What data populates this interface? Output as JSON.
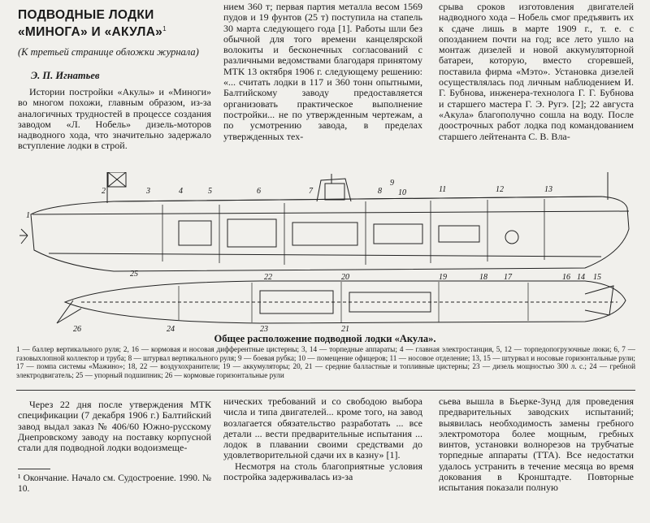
{
  "article": {
    "title_line1": "ПОДВОДНЫЕ ЛОДКИ",
    "title_line2": "«МИНОГА» И «АКУЛА»",
    "title_note": "1",
    "subtitle": "(К третьей странице обложки журнала)",
    "author": "Э. П. Игнатьев"
  },
  "text": {
    "col1_top": "Истории постройки «Акулы» и «Миноги» во многом похожи, главным образом, из-за аналогичных трудностей в процессе создания заводом «Л. Нобель» дизель-моторов надводного хода, что значительно задержало вступление лодки в строй.",
    "col2_top": "нием 360 т; первая партия металла весом 1569 пудов и 19 фунтов (25 т) поступила на стапель 30 марта следующего года [1]. Работы шли без обычной для того времени канцелярской волокиты и бесконечных согласований с различными ведомствами благодаря принятому МТК 13 октября 1906 г. следующему решению: «... считать лодки в 117 и 360 тонн опытными, Балтийскому заводу предоставляется организовать практическое выполнение постройки... не по утвержденным чертежам, а по усмотрению завода, в пределах утвержденных тех-",
    "col3_top": "срыва сроков изготовления двигателей надводного хода – Нобель смог предъявить их к сдаче лишь в марте 1909 г., т. е. с опозданием почти на год; все лето ушло на монтаж дизелей и новой аккумуляторной батареи, которую, вместо сгоревшей, поставила фирма «Мэто». Установка дизелей осуществлялась под личным наблюдением И. Г. Бубнова, инженера-технолога Г. Г. Бубнова и старшего мастера Г. Э. Ругэ. [2]; 22 августа «Акула» благополучно сошла на воду. После доострочных работ лодка под командованием старшего лейтенанта С. В. Вла-",
    "col1_bottom": "Через 22 дня после утверждения МТК спецификации (7 декабря 1906 г.) Балтийский завод выдал заказ № 406/60 Южно-русскому Днепровскому заводу на поставку корпусной стали для подводной лодки водоизмеще-",
    "col2_bottom_a": "нических требований и со свободою выбора числа и типа двигателей... кроме того, на завод возлагается обязательство разработать ... все детали ... вести предварительные испытания ... лодок в плавании своими средствами до удовлетворительной сдачи их в казну» [1].",
    "col2_bottom_b": "Несмотря на столь благоприятные условия постройка задерживалась из-за",
    "col3_bottom": "сьева вышла в Бьерке-Зунд для проведения предварительных заводских испытаний; выявилась необходимость замены гребного электромотора более мощным, гребных винтов, установки волнорезов на трубчатые торпедные аппараты (ТТА). Все недостатки удалось устранить в течение месяца во время докования в Кронштадте. Повторные испытания показали полную",
    "footnote": "¹ Окончание. Начало см. Судостроение. 1990. № 10."
  },
  "figure": {
    "caption": "Общее расположение подводной лодки «Акула».",
    "legend": "1 — баллер вертикального руля; 2, 16 — кормовая и носовая дифферентные цистерны; 3, 14 — торпедные аппараты; 4 — главная электростанция, 5, 12 — торпедопогрузочные люки; 6, 7 — газовыхлопной коллектор и труба; 8 — штурвал вертикального руля; 9 — боевая рубка; 10 — помещение офицеров; 11 — носовое отделение; 13, 15 — штурвал и носовые горизонтальные рули; 17 — помпа системы «Мажино»; 18, 22 — воздухохранители; 19 — аккумуляторы; 20, 21 — средние балластные и топливные цистерны; 23 — дизель мощностью 300 л. с.; 24 — гребной электродвигатель; 25 — упорный подшипник; 26 — кормовые горизонтальные рули",
    "numbers": [
      "1",
      "2",
      "3",
      "4",
      "5",
      "6",
      "7",
      "8",
      "9",
      "10",
      "11",
      "12",
      "13",
      "14",
      "15",
      "16",
      "17",
      "18",
      "19",
      "20",
      "21",
      "22",
      "23",
      "24",
      "25",
      "26"
    ]
  }
}
